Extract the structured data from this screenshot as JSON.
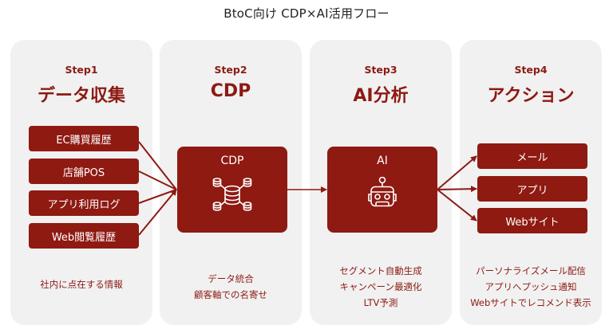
{
  "title": "BtoC向け CDP×AI活用フロー",
  "colors": {
    "accent": "#8e1a12",
    "panel_bg": "#f1f1f1",
    "text": "#8c1a13"
  },
  "steps": [
    {
      "step": "Step1",
      "title": "データ収集",
      "items": [
        "EC購買履歴",
        "店舗POS",
        "アプリ利用ログ",
        "Web閲覧履歴"
      ],
      "notes": [
        "社内に点在する情報"
      ]
    },
    {
      "step": "Step2",
      "title": "CDP",
      "hub": {
        "label": "CDP",
        "icon": "database-network-icon"
      },
      "notes": [
        "データ統合",
        "顧客軸での名寄せ"
      ]
    },
    {
      "step": "Step3",
      "title": "AI分析",
      "hub": {
        "label": "AI",
        "icon": "robot-icon"
      },
      "notes": [
        "セグメント自動生成",
        "キャンペーン最適化",
        "LTV予測"
      ]
    },
    {
      "step": "Step4",
      "title": "アクション",
      "items": [
        "メール",
        "アプリ",
        "Webサイト"
      ],
      "notes": [
        "パーソナライズメール配信",
        "アプリへプッシュ通知",
        "Webサイトでレコメンド表示"
      ]
    }
  ]
}
